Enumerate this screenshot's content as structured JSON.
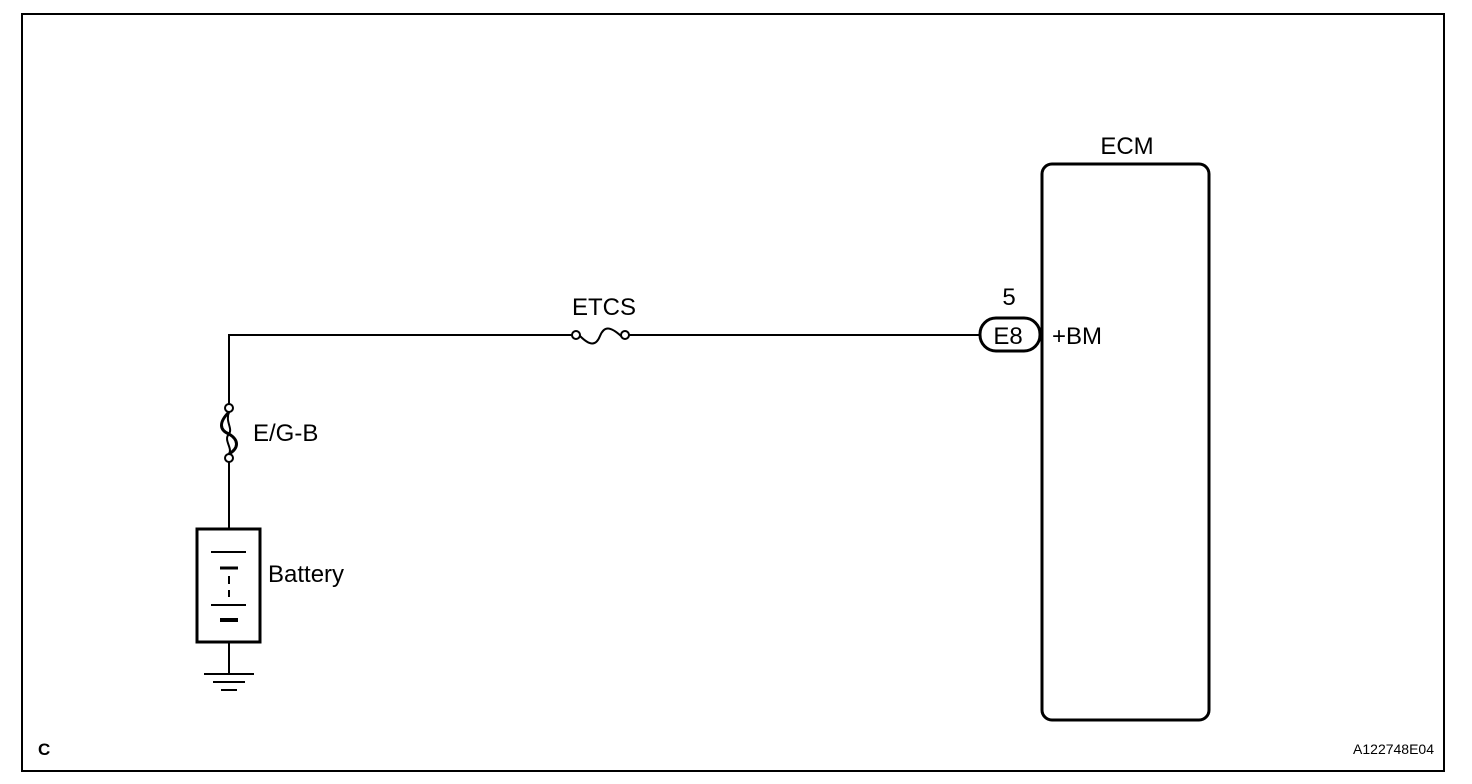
{
  "diagram": {
    "section_letter": "C",
    "figure_code": "A122748E04",
    "ecm": {
      "label": "ECM",
      "pin_number": "5",
      "connector": "E8",
      "terminal": "+BM"
    },
    "fuse_etcs": {
      "label": "ETCS"
    },
    "fuse_egb": {
      "label": "E/G-B"
    },
    "battery": {
      "label": "Battery"
    },
    "colors": {
      "line": "#000000",
      "background": "#ffffff"
    }
  }
}
